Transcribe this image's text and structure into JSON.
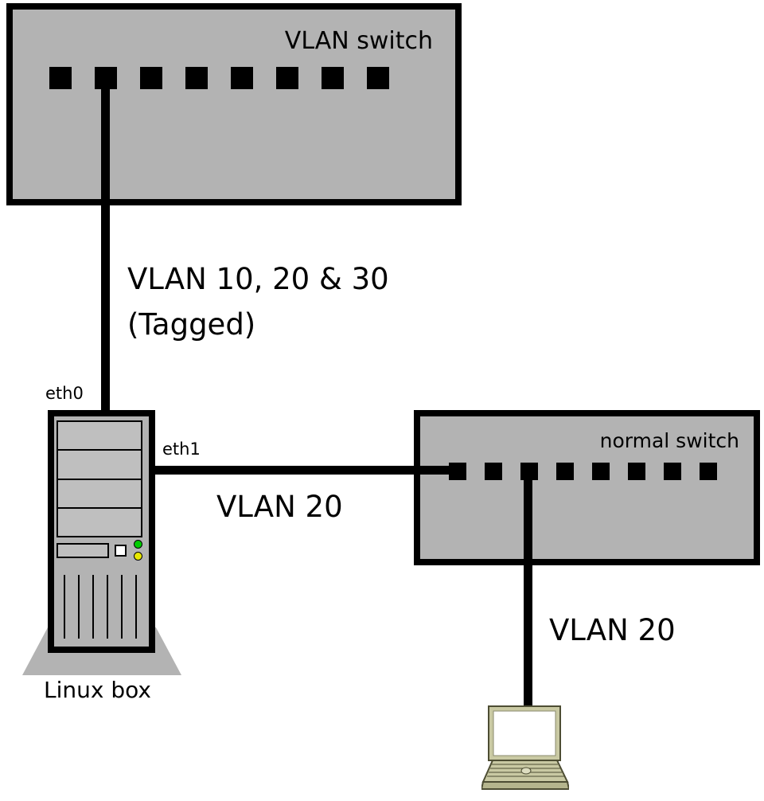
{
  "colors": {
    "switch_fill": "#b3b3b3",
    "outline": "#000000",
    "laptop_body": "#c9c9a3",
    "led_green": "#00cc00",
    "led_yellow": "#e8e800"
  },
  "vlan_switch": {
    "label": "VLAN switch",
    "port_count": 8
  },
  "normal_switch": {
    "label": "normal switch",
    "port_count": 8
  },
  "linux_box": {
    "label": "Linux box",
    "eth0_label": "eth0",
    "eth1_label": "eth1"
  },
  "links": {
    "trunk": {
      "line1": "VLAN 10, 20 & 30",
      "line2": "(Tagged)"
    },
    "eth1_link": {
      "label": "VLAN 20"
    },
    "access_link": {
      "label": "VLAN 20"
    }
  }
}
